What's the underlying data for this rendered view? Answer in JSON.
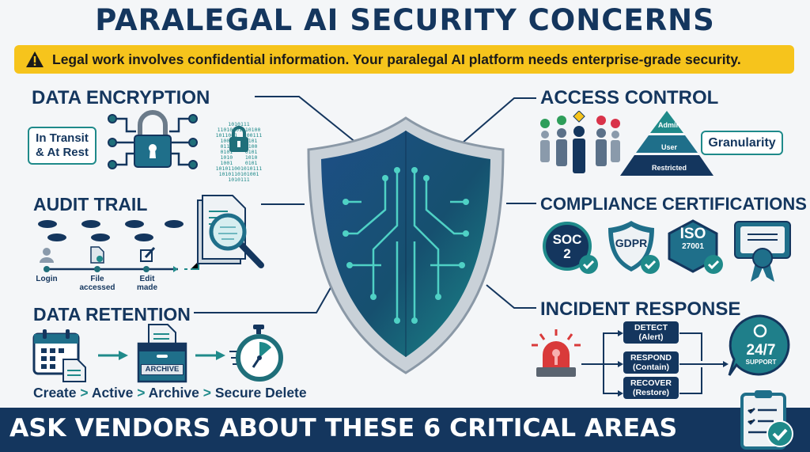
{
  "title": "PARALEGAL AI SECURITY CONCERNS",
  "banner": {
    "icon": "warning-icon",
    "text": "Legal work involves confidential information. Your paralegal AI platform needs enterprise-grade security."
  },
  "colors": {
    "navy": "#14365e",
    "teal": "#1f8a8a",
    "banner": "#f6c41c",
    "alert_red": "#d93a3a"
  },
  "sections": {
    "encryption": {
      "heading": "DATA ENCRYPTION",
      "badge": "In Transit\n& At Rest",
      "badge_line1": "In Transit",
      "badge_line2": "& At Rest",
      "binary": [
        "1010111",
        "11010101010100",
        "1011001  100111",
        "1001   00101",
        "0110    0100",
        "0101    0101",
        "1010    1010",
        "1001    0101",
        "101011001010111",
        "1010110101001",
        "1010111"
      ]
    },
    "audit": {
      "heading": "AUDIT TRAIL",
      "steps": [
        {
          "label": "Login",
          "icon": "user-icon"
        },
        {
          "label": "File\naccessed",
          "line1": "File",
          "line2": "accessed",
          "icon": "file-search-icon"
        },
        {
          "label": "Edit\nmade",
          "line1": "Edit",
          "line2": "made",
          "icon": "edit-icon"
        }
      ]
    },
    "retention": {
      "heading": "DATA RETENTION",
      "archive_label": "ARCHIVE",
      "flow": [
        "Create",
        "Active",
        "Archive",
        "Secure Delete"
      ],
      "separator": ">"
    },
    "access": {
      "heading": "ACCESS CONTROL",
      "pyramid": [
        "Admin",
        "User",
        "Restricted"
      ],
      "badge": "Granularity"
    },
    "compliance": {
      "heading": "COMPLIANCE CERTIFICATIONS",
      "badges": [
        {
          "line1": "SOC",
          "line2": "2"
        },
        {
          "line1": "GDPR"
        },
        {
          "line1": "ISO",
          "line2": "27001"
        }
      ],
      "certificate_icon": "certificate-ribbon-icon"
    },
    "incident": {
      "heading": "INCIDENT RESPONSE",
      "steps": [
        {
          "title": "DETECT",
          "sub": "(Alert)"
        },
        {
          "title": "RESPOND",
          "sub": "(Contain)"
        },
        {
          "title": "RECOVER",
          "sub": "(Restore)"
        }
      ],
      "support_big": "24/7",
      "support_small": "SUPPORT"
    }
  },
  "footer": {
    "text": "ASK VENDORS ABOUT THESE 6 CRITICAL AREAS",
    "icon": "clipboard-check-icon"
  }
}
